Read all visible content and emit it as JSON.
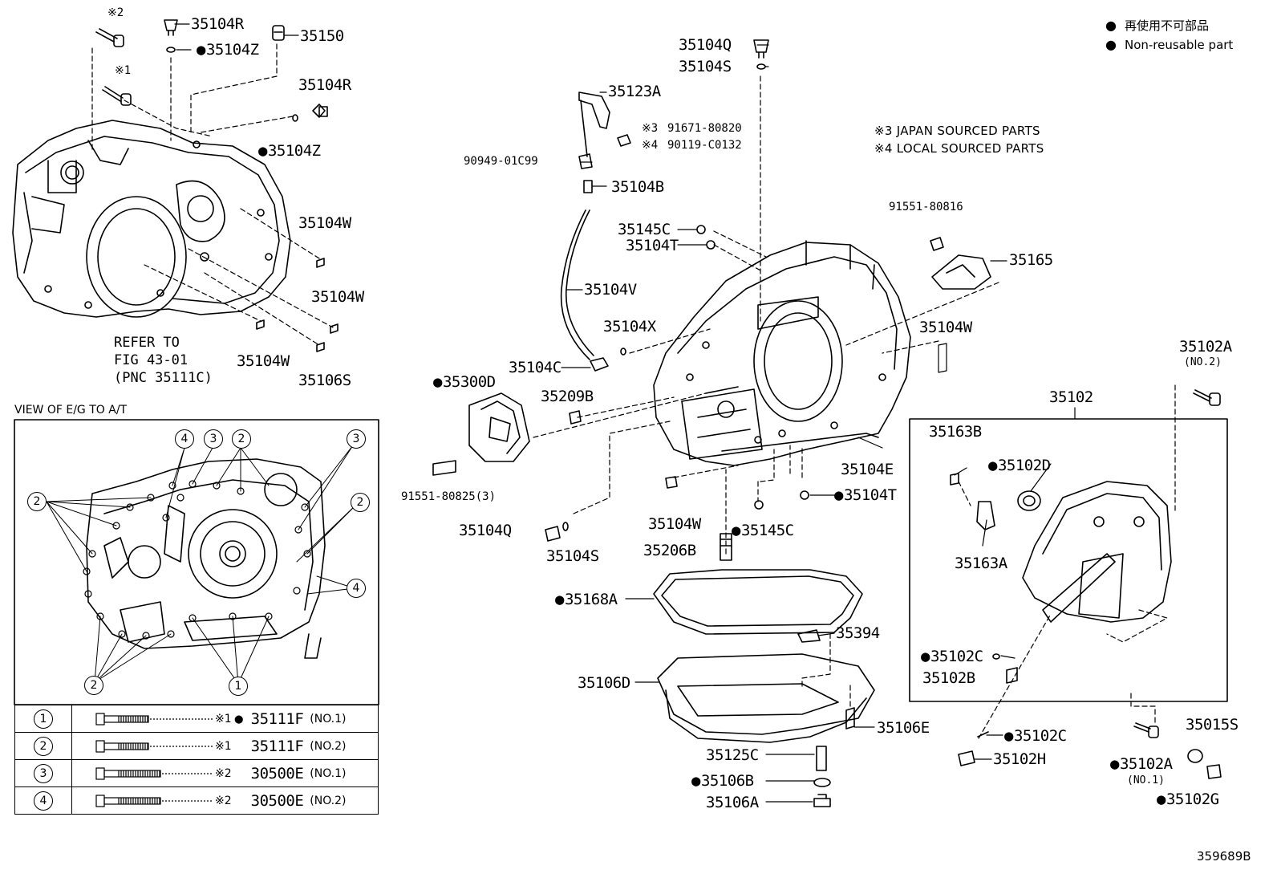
{
  "legend": {
    "jp": "再使用不可部品",
    "en": "Non-reusable part"
  },
  "notes": {
    "n3": "※3 JAPAN SOURCED PARTS",
    "n4": "※4 LOCAL SOURCED PARTS"
  },
  "view_title": "VIEW OF E/G TO A/T",
  "refer": {
    "l1": "REFER TO",
    "l2": "FIG 43-01",
    "l3": "(PNC 35111C)"
  },
  "figure_id": "359689B",
  "parts": {
    "p_ast2": "※2",
    "p_ast1": "※1",
    "p35104R_a": "35104R",
    "p35104Z_a": "35104Z",
    "p35150": "35150",
    "p35104R_b": "35104R",
    "p35104Z_b": "35104Z",
    "p35104W_a": "35104W",
    "p35104W_b": "35104W",
    "p35104W_c": "35104W",
    "p35106S": "35106S",
    "p35104Q_a": "35104Q",
    "p35104S_a": "35104S",
    "p35123A": "35123A",
    "p91671": "91671-80820",
    "p90119": "90119-C0132",
    "p_ast3": "※3",
    "p_ast4": "※4",
    "p90949": "90949-01C99",
    "p35104B": "35104B",
    "p35145C_a": "35145C",
    "p35104T_a": "35104T",
    "p35104V": "35104V",
    "p35104X": "35104X",
    "p35104C": "35104C",
    "p91551_80816": "91551-80816",
    "p35165": "35165",
    "p35104W_d": "35104W",
    "p35102A_a": "35102A",
    "p35102A_a_no": "(NO.2)",
    "p35300D": "35300D",
    "p35209B": "35209B",
    "p35102": "35102",
    "p35104E": "35104E",
    "p91551_80825": "91551-80825(3)",
    "p35104T_b": "35104T",
    "p35104Q_b": "35104Q",
    "p35104W_e": "35104W",
    "p35145C_b": "35145C",
    "p35104S_b": "35104S",
    "p35206B": "35206B",
    "p35163B": "35163B",
    "p35102D": "35102D",
    "p35163A": "35163A",
    "p35168A": "35168A",
    "p35394": "35394",
    "p35106D": "35106D",
    "p35102C_a": "35102C",
    "p35102B": "35102B",
    "p35106E": "35106E",
    "p35102C_b": "35102C",
    "p35125C": "35125C",
    "p35102H": "35102H",
    "p35106B": "35106B",
    "p35106A": "35106A",
    "p35102A_b": "35102A",
    "p35102A_b_no": "(NO.1)",
    "p35015S": "35015S",
    "p35102G": "35102G"
  },
  "bolt_table": [
    {
      "num": "1",
      "note": "※1",
      "part": "35111F",
      "tag": "(NO.1)",
      "nonreusable": true
    },
    {
      "num": "2",
      "note": "※1",
      "part": "35111F",
      "tag": "(NO.2)",
      "nonreusable": false
    },
    {
      "num": "3",
      "note": "※2",
      "part": "30500E",
      "tag": "(NO.1)",
      "nonreusable": false
    },
    {
      "num": "4",
      "note": "※2",
      "part": "30500E",
      "tag": "(NO.2)",
      "nonreusable": false
    }
  ],
  "callouts": {
    "c4a": "4",
    "c3a": "3",
    "c2a": "2",
    "c3b": "3",
    "c2b": "2",
    "c2c": "2",
    "c4b": "4",
    "c2d": "2",
    "c1": "1"
  }
}
